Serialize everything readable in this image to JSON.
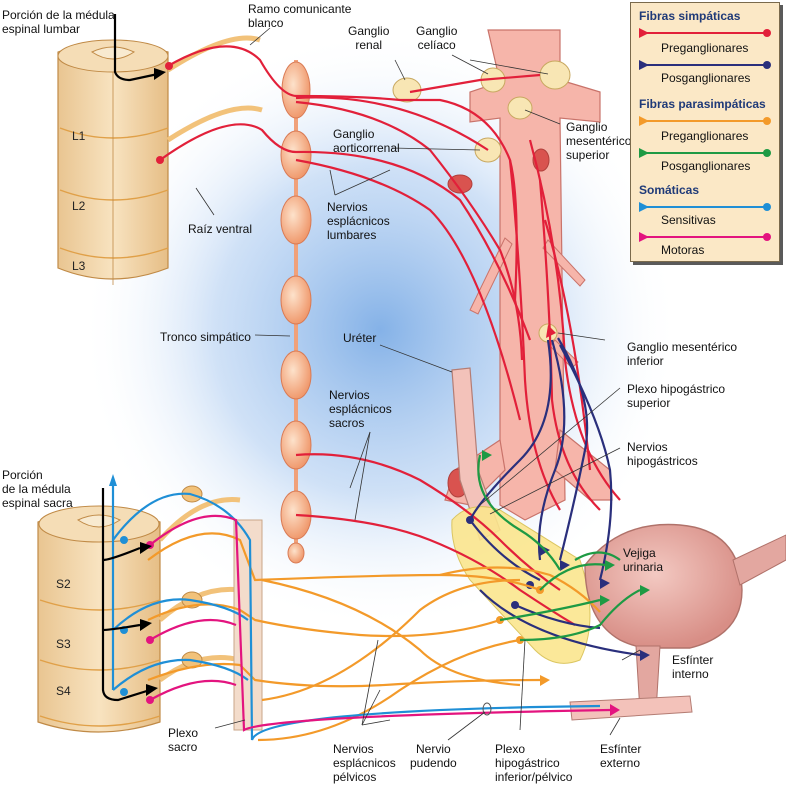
{
  "colors": {
    "sympathetic_pre": "#e2203a",
    "sympathetic_post": "#2a2f7c",
    "parasympathetic_pre": "#f39a2a",
    "parasympathetic_post": "#1e9a44",
    "somatic_sensory": "#1f8fd6",
    "somatic_motor": "#e3147f",
    "spinal_cord": "#f5ddb6",
    "spinal_outline": "#c08a46",
    "ganglion": "#f6b98a",
    "aorta": "#f6b5aa",
    "bladder": "#e3a7a0",
    "pelvic_plexus": "#fbe68e",
    "glow": "#7fb0e6"
  },
  "labels": {
    "lumbar_cord": "Porción de la médula\nespinal lumbar",
    "white_ramus": "Ramo comunicante\nblanco",
    "renal_ganglion": "Ganglio\nrenal",
    "celiac_ganglion": "Ganglio\ncelíaco",
    "superior_mesenteric": "Ganglio\nmesentérico\nsuperior",
    "aorticorenal": "Ganglio\naorticorrenal",
    "lumbar_splanchnic": "Nervios\nesplácnicos\nlumbares",
    "ventral_root": "Raíz ventral",
    "sympathetic_trunk": "Tronco simpático",
    "ureter": "Uréter",
    "inferior_mesenteric": "Ganglio mesentérico\ninferior",
    "superior_hypogastric": "Plexo hipogástrico\nsuperior",
    "sacral_splanchnic": "Nervios\nesplácnicos\nsacros",
    "hypogastric_nerves": "Nervios\nhipogástricos",
    "sacral_cord": "Porción\nde la médula\nespinal sacra",
    "bladder": "Vejiga\nurinaria",
    "internal_sphincter": "Esfínter\ninterno",
    "sacral_plexus": "Plexo\nsacro",
    "pelvic_splanchnic": "Nervios\nesplácnicos\npélvicos",
    "pudendal_nerve": "Nervio\npudendo",
    "inferior_hypogastric": "Plexo\nhipogástrico\ninferior/pélvico",
    "external_sphincter": "Esfínter\nexterno"
  },
  "segments": [
    "L1",
    "L2",
    "L3",
    "S2",
    "S3",
    "S4"
  ],
  "legend": {
    "sympathetic_title": "Fibras simpáticas",
    "parasympathetic_title": "Fibras parasimpáticas",
    "somatic_title": "Somáticas",
    "preganglionic": "Preganglionares",
    "postganglionic": "Posganglionares",
    "sensory": "Sensitivas",
    "motor": "Motoras"
  }
}
